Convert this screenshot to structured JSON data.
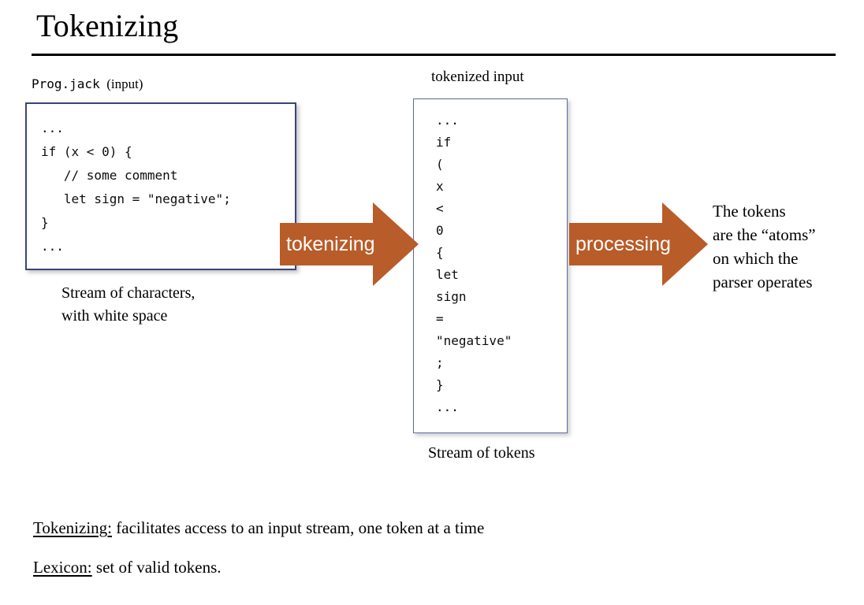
{
  "slide": {
    "title": "Tokenizing"
  },
  "colors": {
    "arrow_orange": "#b85c29",
    "code_box_border": "#3a4576",
    "token_box_border": "#5d6b99",
    "text": "#000000",
    "arrow_label": "#ffffff"
  },
  "input_panel": {
    "caption_filename": "Prog.jack",
    "caption_role": "(input)",
    "code": "...\nif (x < 0) {\n   // some comment\n   let sign = \"negative\";\n}\n...",
    "note": "Stream of characters,\nwith white space"
  },
  "tokenized_panel": {
    "caption": "tokenized input",
    "tokens": [
      "...",
      "if",
      "(",
      "x",
      "<",
      "0",
      "{",
      "let",
      "sign",
      "=",
      "\"negative\"",
      ";",
      "}",
      "..."
    ],
    "note": "Stream of tokens"
  },
  "arrows": [
    {
      "label": "tokenizing",
      "name": "arrow-tokenizing"
    },
    {
      "label": "processing",
      "name": "arrow-processing"
    }
  ],
  "arrow_tokenizing_label": "tokenizing",
  "arrow_processing_label": "processing",
  "right_note": "The tokens\nare the “atoms”\non which the\nparser operates",
  "bottom": {
    "line1_term": "Tokenizing:",
    "line1_rest": " facilitates access to an input stream, one token at a time",
    "line2_term": "Lexicon:",
    "line2_rest": " set of valid tokens."
  }
}
